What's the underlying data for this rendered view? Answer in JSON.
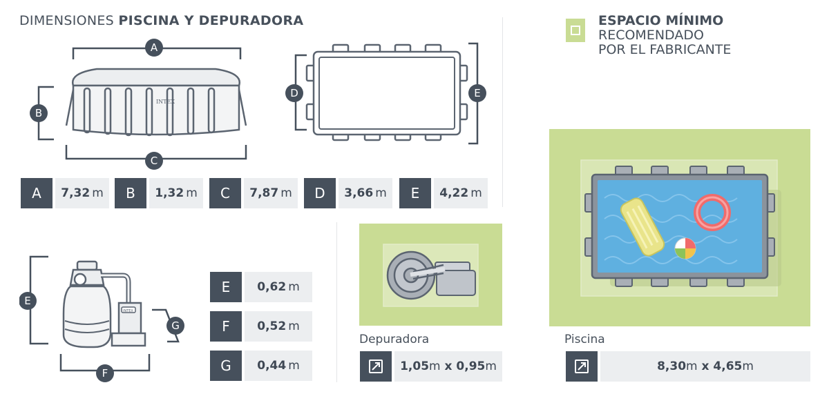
{
  "header": {
    "title_light": "DIMENSIONES ",
    "title_bold": "PISCINA Y DEPURADORA"
  },
  "pool_diagram": {
    "brand_label": "INTEX",
    "dimension_markers": [
      "A",
      "B",
      "C",
      "D",
      "E"
    ]
  },
  "pool_dimensions": [
    {
      "letter": "A",
      "value": "7,32",
      "unit": "m"
    },
    {
      "letter": "B",
      "value": "1,32",
      "unit": "m"
    },
    {
      "letter": "C",
      "value": "7,87",
      "unit": "m"
    },
    {
      "letter": "D",
      "value": "3,66",
      "unit": "m"
    },
    {
      "letter": "E",
      "value": "4,22",
      "unit": "m"
    }
  ],
  "filter_diagram": {
    "brand_label": "INTEX",
    "dimension_markers": [
      "E",
      "F",
      "G"
    ]
  },
  "filter_dimensions": [
    {
      "letter": "E",
      "value": "0,62",
      "unit": "m"
    },
    {
      "letter": "F",
      "value": "0,52",
      "unit": "m"
    },
    {
      "letter": "G",
      "value": "0,44",
      "unit": "m"
    }
  ],
  "legend": {
    "line1": "ESPACIO MÍNIMO",
    "line2": "RECOMENDADO",
    "line3": "POR EL FABRICANTE"
  },
  "depuradora_space": {
    "caption": "Depuradora",
    "width": "1,05",
    "depth": "0,95",
    "unit": "m",
    "separator": " x ",
    "icon": "resize-diagonal-icon"
  },
  "piscina_space": {
    "caption": "Piscina",
    "width": "8,30",
    "depth": "4,65",
    "unit": "m",
    "separator": " x ",
    "icon": "resize-diagonal-icon"
  },
  "colors": {
    "dark": "#46505c",
    "light_cell": "#eceef0",
    "green_zone": "#c9dc94",
    "water": "#5fb0e0",
    "frame": "#5b6470"
  }
}
